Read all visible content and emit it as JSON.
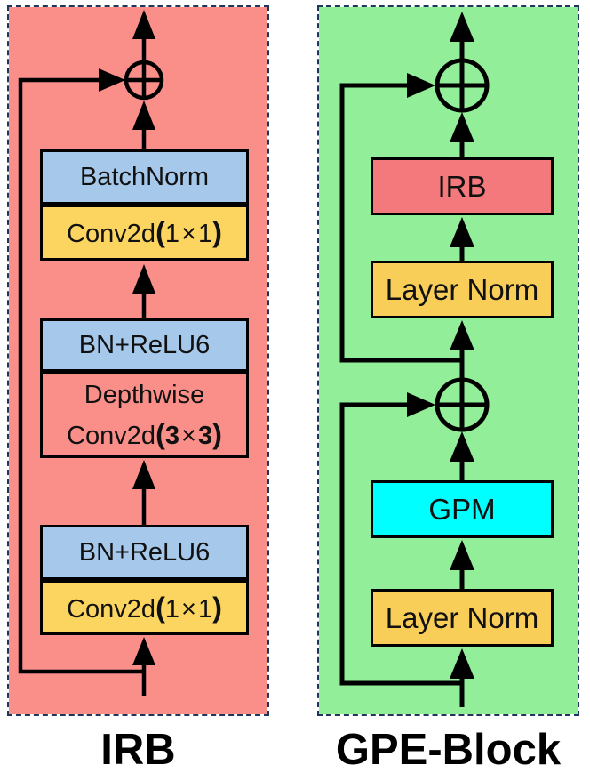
{
  "figure": {
    "type": "architecture-diagram",
    "left_caption": "IRB",
    "right_caption": "GPE-Block",
    "line_color": "#000000",
    "panel_border_color": "#1E355E"
  },
  "icons": {
    "add": "circled-plus",
    "arrow": "solid-triangle-arrowhead"
  },
  "irb_panel": {
    "background": "#FA8F8A",
    "batchnorm": {
      "label": "BatchNorm",
      "color": "#A6C9EB"
    },
    "conv_top": {
      "name": "Conv2d",
      "open": "(",
      "a": "1",
      "times": "×",
      "b": "1",
      "close": ")",
      "color": "#FBD55F"
    },
    "bn_relu6_mid": {
      "label": "BN+ReLU6",
      "color": "#A6C9EB"
    },
    "depthwise": {
      "line1": "Depthwise",
      "name": "Conv2d",
      "open": "(",
      "a": "3",
      "times": "×",
      "b": "3",
      "close": ")",
      "color": "#FA8F8A"
    },
    "bn_relu6_bottom": {
      "label": "BN+ReLU6",
      "color": "#A6C9EB"
    },
    "conv_bottom": {
      "name": "Conv2d",
      "open": "(",
      "a": "1",
      "times": "×",
      "b": "1",
      "close": ")",
      "color": "#FBD55F"
    }
  },
  "gpe_panel": {
    "background": "#92EE98",
    "irb": {
      "label": "IRB",
      "color": "#F4797C"
    },
    "layer_norm_top": {
      "label": "Layer Norm",
      "color": "#F8CD58"
    },
    "gpm": {
      "label": "GPM",
      "color": "#00FFFF"
    },
    "layer_norm_bottom": {
      "label": "Layer Norm",
      "color": "#F8CD58"
    }
  }
}
